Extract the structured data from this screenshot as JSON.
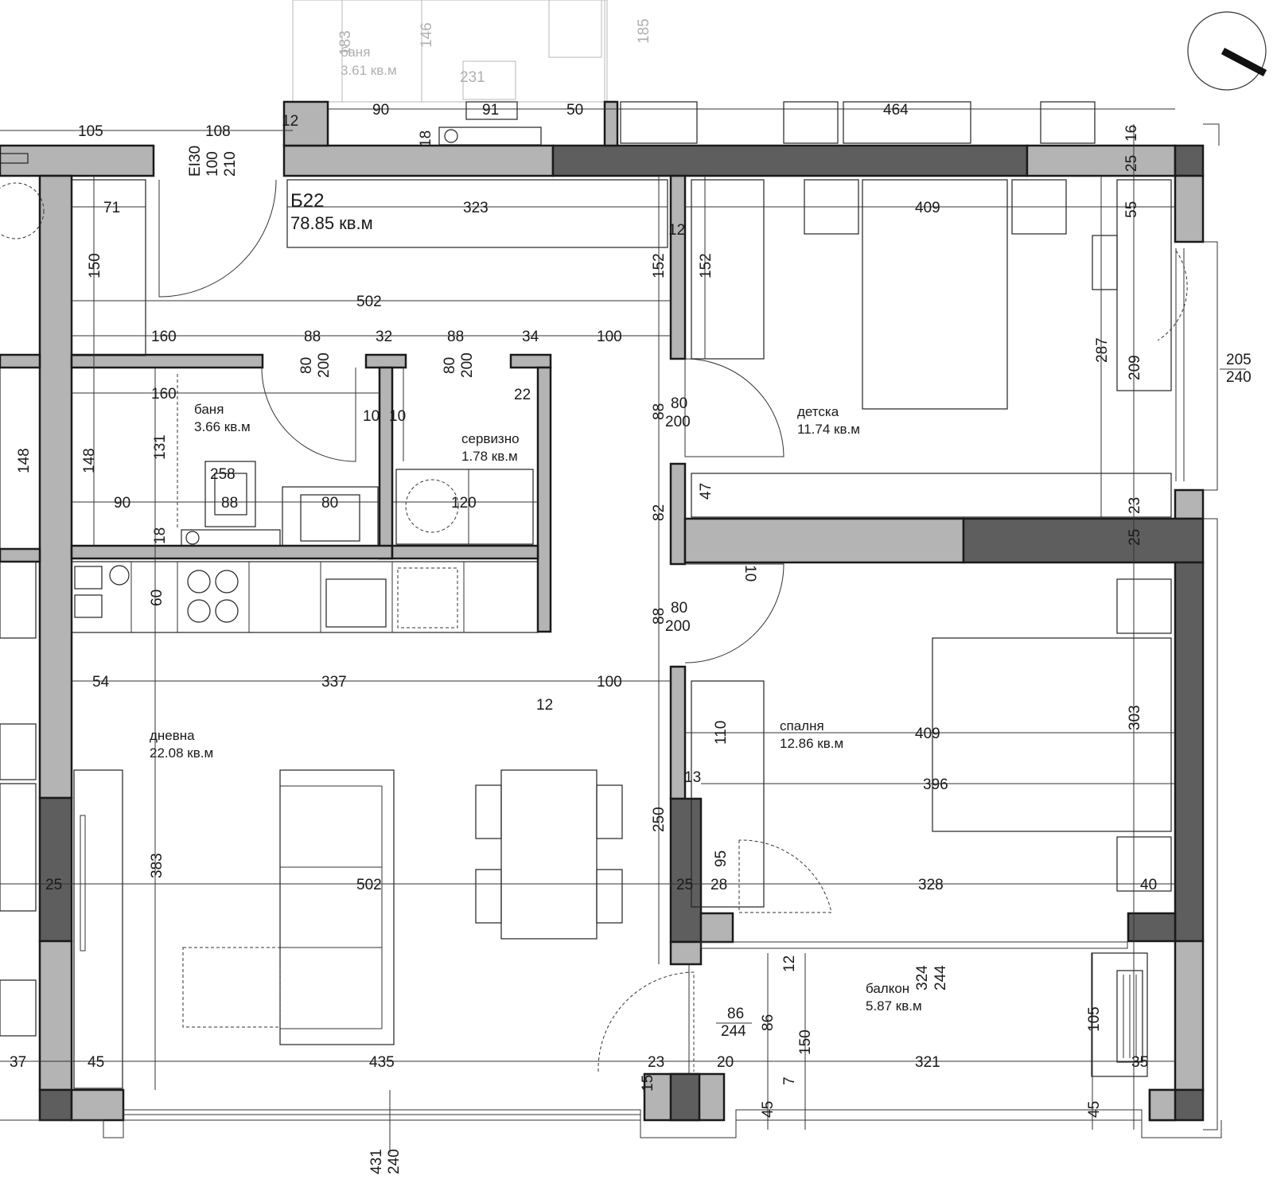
{
  "unit": {
    "code": "Б22",
    "area": "78.85 кв.м"
  },
  "rooms": [
    {
      "id": "detska",
      "name": "детска",
      "area": "11.74 кв.м"
    },
    {
      "id": "spalnya",
      "name": "спалня",
      "area": "12.86 кв.м"
    },
    {
      "id": "dnevna",
      "name": "дневна",
      "area": "22.08 кв.м"
    },
    {
      "id": "banya",
      "name": "баня",
      "area": "3.66 кв.м"
    },
    {
      "id": "servizno",
      "name": "сервизно",
      "area": "1.78 кв.м"
    },
    {
      "id": "balkon",
      "name": "балкон",
      "area": "5.87 кв.м"
    },
    {
      "id": "neighbor-banya",
      "name": "баня",
      "area": "3.61 кв.м"
    }
  ],
  "door_marks": {
    "entrance": [
      "EI30",
      "100",
      "210"
    ]
  },
  "dimensions": {
    "top": [
      "105",
      "108",
      "12",
      "90",
      "91",
      "50",
      "464",
      "16",
      "25",
      "18",
      "146",
      "185",
      "231",
      "183"
    ],
    "row_323": [
      "71",
      "323",
      "409",
      "12",
      "55"
    ],
    "row_502": [
      "150",
      "502",
      "152",
      "152",
      "287",
      "209",
      "205",
      "240"
    ],
    "row_160": [
      "160",
      "88",
      "32",
      "88",
      "34",
      "100",
      "80",
      "200",
      "80",
      "200"
    ],
    "bath": [
      "160",
      "22",
      "10",
      "10",
      "148",
      "148",
      "131",
      "258",
      "90",
      "88",
      "80",
      "120",
      "18"
    ],
    "door_kids": [
      "88",
      "80",
      "200",
      "47",
      "82",
      "23",
      "25",
      "10"
    ],
    "kitchen": [
      "60",
      "88",
      "80",
      "200",
      "54",
      "337",
      "100",
      "12"
    ],
    "bedroom": [
      "110",
      "409",
      "303",
      "13",
      "396",
      "250",
      "95",
      "25",
      "28",
      "328",
      "40"
    ],
    "living": [
      "25",
      "383",
      "502"
    ],
    "balcony": [
      "12",
      "324",
      "244",
      "86",
      "244",
      "86",
      "150",
      "105"
    ],
    "bottom": [
      "37",
      "45",
      "435",
      "23",
      "20",
      "321",
      "35",
      "15",
      "7",
      "45",
      "45",
      "431",
      "240"
    ]
  }
}
